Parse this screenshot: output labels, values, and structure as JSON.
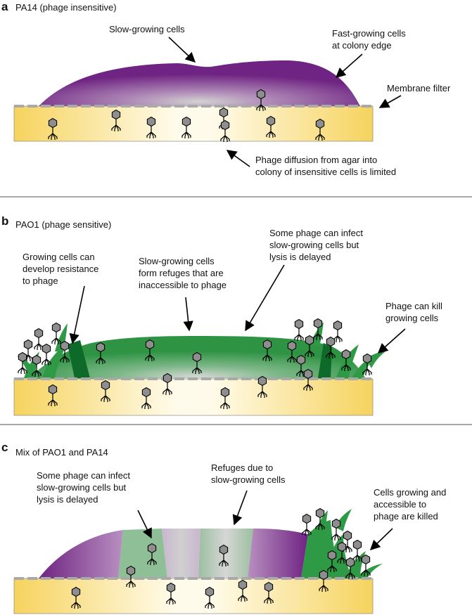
{
  "colors": {
    "agar_edge": "#f4cf52",
    "agar_center": "#fff9e2",
    "purple_colony": "#7b2a8c",
    "purple_center": "#c4c4c4",
    "green_colony": "#2f9a45",
    "green_dark": "#0d6a28",
    "membrane": "#a9a9a9",
    "phage_head": "#8e8e8e",
    "divider": "#8c8c8c"
  },
  "panels": [
    {
      "letter": "a",
      "title": "PA14 (phage insensitive)",
      "annotations": [
        {
          "lines": [
            "Slow-growing cells"
          ]
        },
        {
          "lines": [
            "Fast-growing cells",
            "at colony edge"
          ]
        },
        {
          "lines": [
            "Membrane filter"
          ]
        },
        {
          "lines": [
            "Phage diffusion from agar into",
            "colony of insensitive cells is limited"
          ]
        }
      ]
    },
    {
      "letter": "b",
      "title": "PAO1 (phage sensitive)",
      "annotations": [
        {
          "lines": [
            "Growing cells can",
            "develop resistance",
            "to phage"
          ]
        },
        {
          "lines": [
            "Slow-growing cells",
            "form refuges that are",
            "inaccessible to phage"
          ]
        },
        {
          "lines": [
            "Some phage can infect",
            "slow-growing cells but",
            "lysis is delayed"
          ]
        },
        {
          "lines": [
            "Phage can kill",
            "growing cells"
          ]
        }
      ]
    },
    {
      "letter": "c",
      "title": "Mix of PAO1 and PA14",
      "annotations": [
        {
          "lines": [
            "Some phage can infect",
            "slow-growing cells but",
            "lysis is delayed"
          ]
        },
        {
          "lines": [
            "Refuges due to",
            "slow-growing cells"
          ]
        },
        {
          "lines": [
            "Cells growing and",
            "accessible to",
            "phage are killed"
          ]
        }
      ]
    }
  ]
}
